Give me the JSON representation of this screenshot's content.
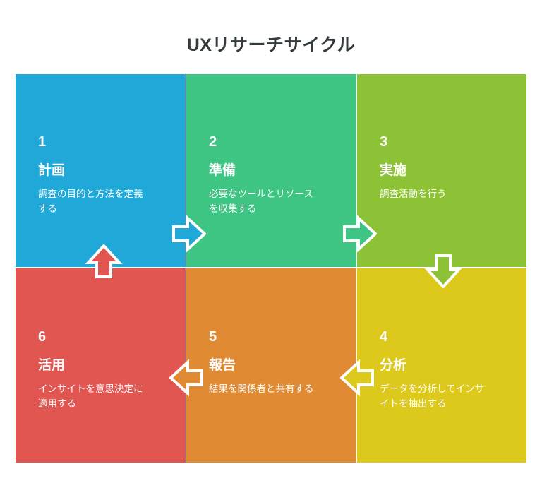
{
  "title": "UXリサーチサイクル",
  "colors": {
    "background": "#ffffff",
    "title_text": "#333b3e",
    "step1": "#1fa8d8",
    "step2": "#3ec483",
    "step3": "#8dc136",
    "step4": "#ddc91b",
    "step5": "#e08b33",
    "step6": "#e15651",
    "cell_text": "#ffffff",
    "arrow_outline": "#ffffff"
  },
  "steps": [
    {
      "number": "1",
      "title": "計画",
      "description": "調査の目的と方法を定義する",
      "color": "#1fa8d8"
    },
    {
      "number": "2",
      "title": "準備",
      "description": "必要なツールとリソースを収集する",
      "color": "#3ec483"
    },
    {
      "number": "3",
      "title": "実施",
      "description": "調査活動を行う",
      "color": "#8dc136"
    },
    {
      "number": "4",
      "title": "分析",
      "description": "データを分析してインサイトを抽出する",
      "color": "#ddc91b"
    },
    {
      "number": "5",
      "title": "報告",
      "description": "結果を関係者と共有する",
      "color": "#e08b33"
    },
    {
      "number": "6",
      "title": "活用",
      "description": "インサイトを意思決定に適用する",
      "color": "#e15651"
    }
  ],
  "arrows": [
    {
      "name": "arrow-step1-to-step2",
      "direction": "right",
      "fill": "#1fa8d8"
    },
    {
      "name": "arrow-step2-to-step3",
      "direction": "right",
      "fill": "#3ec483"
    },
    {
      "name": "arrow-step3-to-step4",
      "direction": "down",
      "fill": "#8dc136"
    },
    {
      "name": "arrow-step4-to-step5",
      "direction": "left",
      "fill": "#ddc91b"
    },
    {
      "name": "arrow-step5-to-step6",
      "direction": "left",
      "fill": "#e08b33"
    },
    {
      "name": "arrow-step6-to-step1",
      "direction": "up",
      "fill": "#e15651"
    }
  ]
}
